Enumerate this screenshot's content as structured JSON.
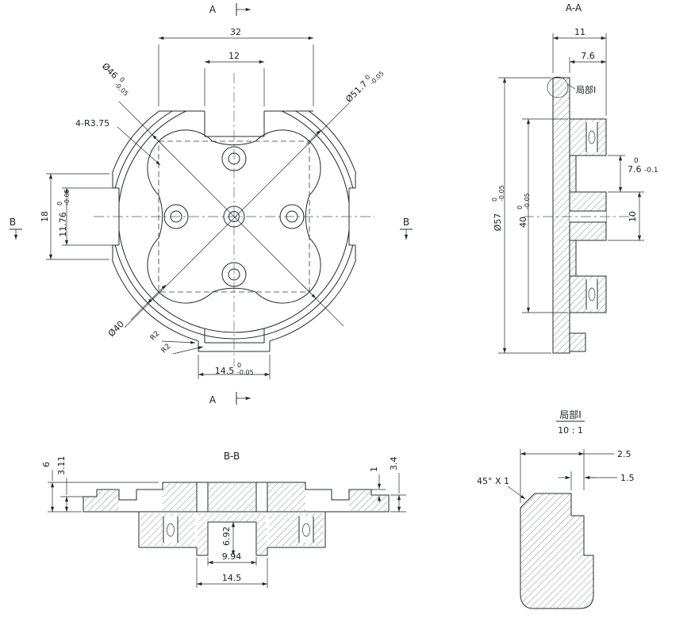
{
  "front": {
    "marker_top_label": "A",
    "marker_bottom_label": "A",
    "marker_left_label": "B",
    "marker_right_label": "B",
    "dim_width_outer": "32",
    "dim_width_notch": "12",
    "dia_46": {
      "value": "Ø46",
      "tol_upper": "0",
      "tol_lower": "-0.05"
    },
    "dia_51_7": {
      "value": "Ø51.7",
      "tol_upper": "0",
      "tol_lower": "-0.05"
    },
    "label_fillets": "4-R3.75",
    "dim_height_outer": "18",
    "dim_height_slot": {
      "value": "11.76",
      "tol_upper": "0",
      "tol_lower": "-0.05"
    },
    "dia_40": "Ø40",
    "label_r2_outer": "R2",
    "label_r2_inner": "R2",
    "dim_tab": {
      "value": "14.5",
      "tol_upper": "0",
      "tol_lower": "-0.05"
    }
  },
  "section_aa": {
    "title": "A-A",
    "dim_total_width": "11",
    "dim_hub_width": "7.6",
    "detail_callout": "局部I",
    "dia_57": {
      "value": "Ø57",
      "tol_upper": "0",
      "tol_lower": "-0.05"
    },
    "dim_40": {
      "value": "40",
      "tol_upper": "0",
      "tol_lower": "-0.05"
    },
    "dim_7_6": {
      "value": "7.6",
      "tol_upper": "0",
      "tol_lower": "-0.1"
    },
    "dim_10": "10"
  },
  "section_bb": {
    "title": "B-B",
    "dim_6": "6",
    "dim_3_11": "3.11",
    "dim_1": "1",
    "dim_3_4": "3.4",
    "dim_6_92": "6.92",
    "dim_9_94": "9.94",
    "dim_14_5": "14.5"
  },
  "detail": {
    "title": "局部I",
    "scale": "10 : 1",
    "dim_2_5": "2.5",
    "dim_1_5": "1.5",
    "chamfer_note": "45° X 1"
  }
}
